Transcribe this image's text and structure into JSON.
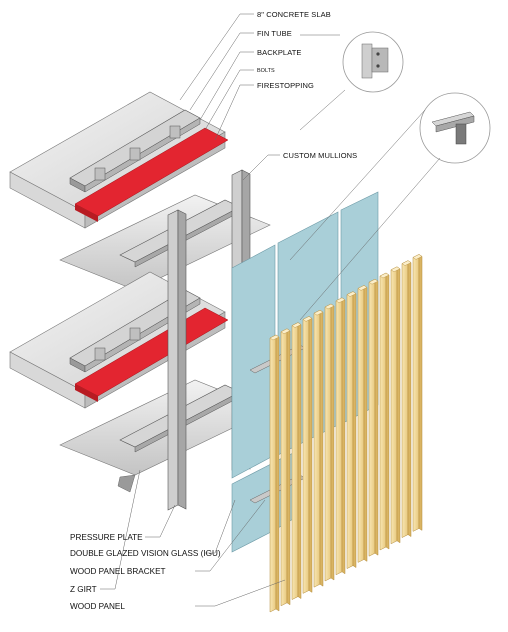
{
  "labels": {
    "concrete_slab": "8\" CONCRETE SLAB",
    "fin_tube": "FIN TUBE",
    "backplate": "BACKPLATE",
    "bolts": "BOLTS",
    "firestopping": "FIRESTOPPING",
    "custom_mullions": "CUSTOM MULLIONS",
    "pressure_plate": "PRESSURE PLATE",
    "vision_glass": "DOUBLE GLAZED VISION GLASS (IGU)",
    "wood_panel_bracket": "WOOD PANEL BRACKET",
    "z_girt": "Z GIRT",
    "wood_panel": "WOOD PANEL"
  },
  "colors": {
    "firestopping": "#e32530",
    "glass": "#a9cfd8",
    "wood": "#f2d89a",
    "concrete": "#e9e9e9",
    "steel": "#c9c9c9"
  }
}
